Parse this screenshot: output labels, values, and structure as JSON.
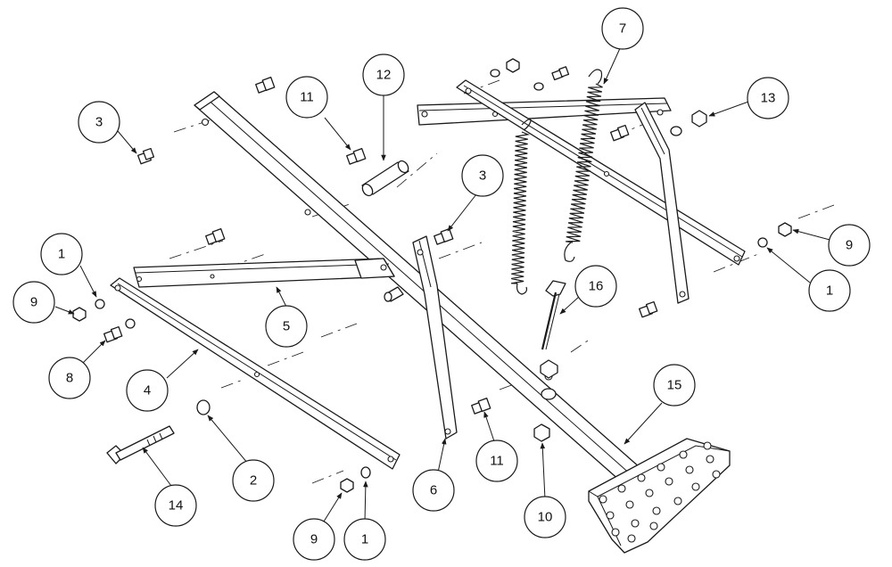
{
  "colors": {
    "line": "#1a1a1a",
    "background": "#ffffff"
  },
  "balloons": [
    {
      "id": "b-1a",
      "label": "1"
    },
    {
      "id": "b-1b",
      "label": "1"
    },
    {
      "id": "b-1c",
      "label": "1"
    },
    {
      "id": "b-2",
      "label": "2"
    },
    {
      "id": "b-3a",
      "label": "3"
    },
    {
      "id": "b-3b",
      "label": "3"
    },
    {
      "id": "b-4",
      "label": "4"
    },
    {
      "id": "b-5",
      "label": "5"
    },
    {
      "id": "b-6",
      "label": "6"
    },
    {
      "id": "b-7",
      "label": "7"
    },
    {
      "id": "b-8",
      "label": "8"
    },
    {
      "id": "b-9a",
      "label": "9"
    },
    {
      "id": "b-9b",
      "label": "9"
    },
    {
      "id": "b-9c",
      "label": "9"
    },
    {
      "id": "b-10",
      "label": "10"
    },
    {
      "id": "b-11a",
      "label": "11"
    },
    {
      "id": "b-11b",
      "label": "11"
    },
    {
      "id": "b-12",
      "label": "12"
    },
    {
      "id": "b-13",
      "label": "13"
    },
    {
      "id": "b-14",
      "label": "14"
    },
    {
      "id": "b-15",
      "label": "15"
    },
    {
      "id": "b-16",
      "label": "16"
    }
  ]
}
